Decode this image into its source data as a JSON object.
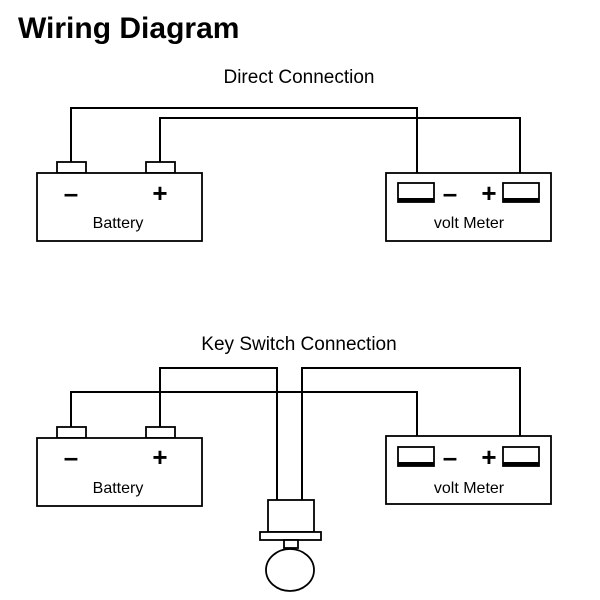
{
  "title": "Wiring Diagram",
  "sections": [
    {
      "heading": "Direct Connection",
      "battery": {
        "label": "Battery",
        "minus": "–",
        "plus": "+"
      },
      "meter": {
        "label": "volt Meter",
        "minus": "–",
        "plus": "+"
      }
    },
    {
      "heading": "Key Switch Connection",
      "battery": {
        "label": "Battery",
        "minus": "–",
        "plus": "+"
      },
      "meter": {
        "label": "volt Meter",
        "minus": "–",
        "plus": "+"
      }
    }
  ]
}
